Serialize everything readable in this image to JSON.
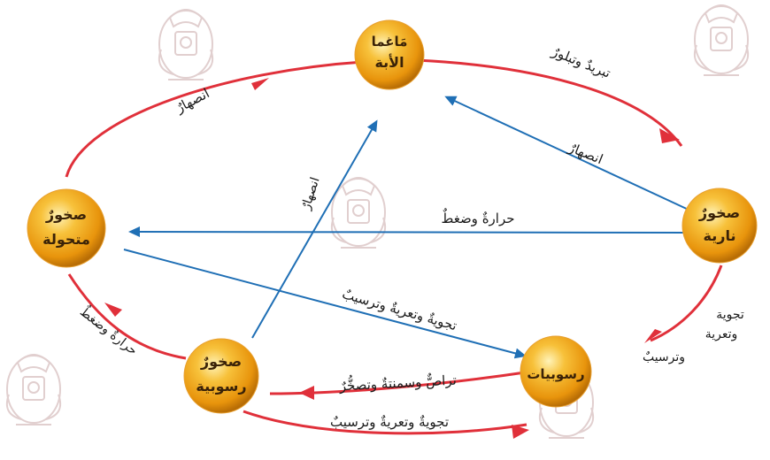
{
  "nodes": {
    "magma": {
      "line1": "مَاغما",
      "line2": "الأبة"
    },
    "igneous": {
      "line1": "صخورٌ",
      "line2": "نارية"
    },
    "sediments": {
      "line1": "رسوبيات"
    },
    "sedimentary": {
      "line1": "صخورٌ",
      "line2": "رسوبية"
    },
    "metamorphic": {
      "line1": "صخورٌ",
      "line2": "متحولة"
    }
  },
  "labels": {
    "cooling": "تبريدٌ وتبلورٌ",
    "melting_left": "انصهارٌ",
    "melting_right": "انصهارٌ",
    "melting_center": "انصهارٌ",
    "heat_pressure_center": "حرارةٌ وضغطٌ",
    "weathering_center": "تجويةٌ وتعريةٌ وترسيبٌ",
    "weathering_right_1": "تجوية",
    "weathering_right_2": "وتعرية",
    "weathering_right_3": "وترسيبٌ",
    "compaction": "تراصٌّ وسمنتةٌ وتصخُّرٌ",
    "weathering_bottom": "تجويةٌ وتعريةٌ وترسيبٌ",
    "heat_pressure_left": "حرارةٌ وضغطٌ"
  },
  "colors": {
    "cycle_arrow": "#e0303a",
    "inner_arrow": "#1f6fb5",
    "node_fill": "#f2a516",
    "node_edge": "#b86d05"
  },
  "watermark_icon": "coat-of-arms-watermark-icon"
}
